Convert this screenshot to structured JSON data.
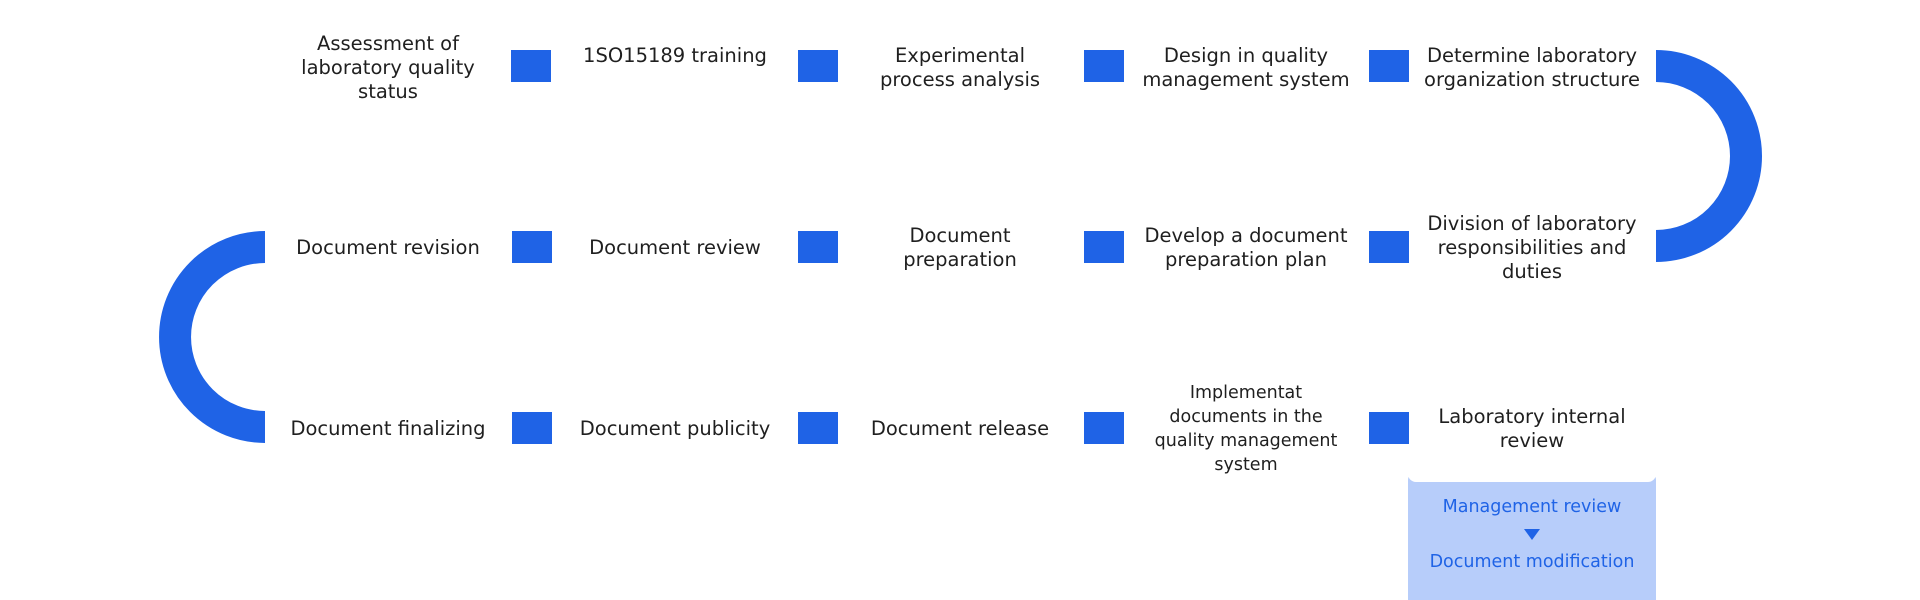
{
  "colors": {
    "accent": "#1f63e6",
    "panel_fill": "#b7cdfa",
    "text": "#1f1f1f"
  },
  "rows": [
    {
      "steps": [
        {
          "label": "Assessment of laboratory quality status"
        },
        {
          "label": "1SO15189 training"
        },
        {
          "label": "Experimental process analysis"
        },
        {
          "label": "Design in quality management system"
        },
        {
          "label": "Determine laboratory organization structure"
        }
      ]
    },
    {
      "steps": [
        {
          "label": "Document revision"
        },
        {
          "label": "Document review"
        },
        {
          "label": "Document preparation"
        },
        {
          "label": "Develop a document preparation plan"
        },
        {
          "label": "Division of laboratory responsibilities and duties"
        }
      ]
    },
    {
      "steps": [
        {
          "label": "Document finalizing"
        },
        {
          "label": "Document publicity"
        },
        {
          "label": "Document release"
        },
        {
          "label": "Implementat documents in the quality management system"
        },
        {
          "label": "Laboratory internal review"
        }
      ]
    }
  ],
  "review_panel": {
    "top_item": "Management review",
    "bottom_item": "Document modification"
  }
}
